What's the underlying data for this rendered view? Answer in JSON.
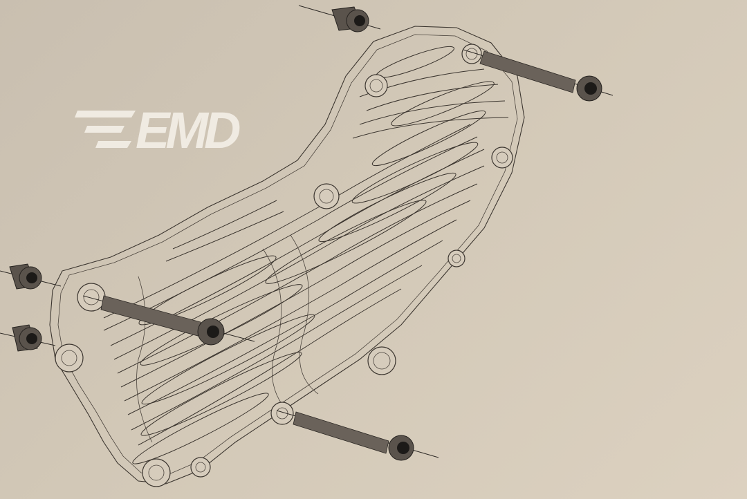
{
  "logo": {
    "text": "EMD",
    "color": "#f0ebe2"
  },
  "colors": {
    "background": "#d2c8b7",
    "linework": "#3b352f",
    "bolt": "#5a534c"
  },
  "parts": [
    {
      "name": "cover",
      "kind": "finned engine side cover"
    },
    {
      "name": "bolt-top-right",
      "kind": "socket head cap screw"
    },
    {
      "name": "bolt-left",
      "kind": "socket head cap screw"
    },
    {
      "name": "bolt-bottom",
      "kind": "socket head cap screw"
    },
    {
      "name": "spacer-top",
      "kind": "spacer"
    },
    {
      "name": "spacer-left-upper",
      "kind": "spacer"
    },
    {
      "name": "spacer-left-lower",
      "kind": "spacer"
    }
  ]
}
